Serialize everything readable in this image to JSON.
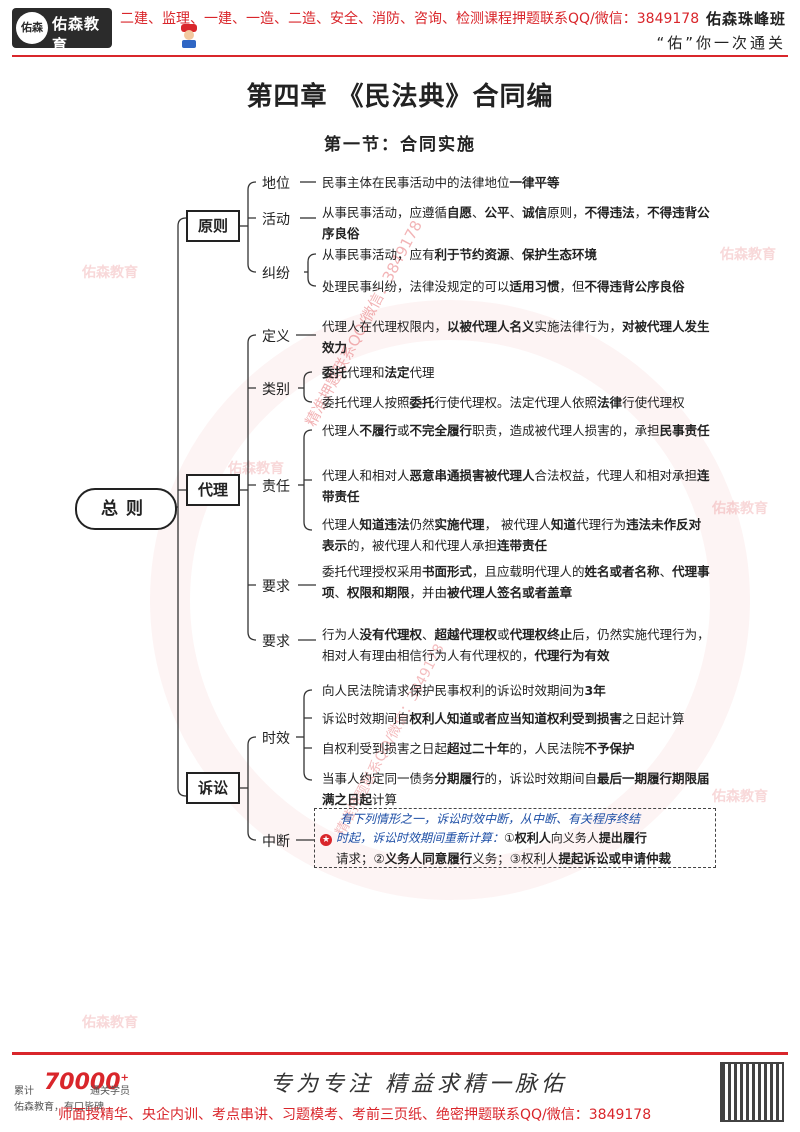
{
  "header": {
    "logo_name": "佑森教育",
    "logo_seal": "佑森",
    "ad_text": "二建、监理、一建、一造、二造、安全、消防、咨询、检测课程押题联系QQ/微信：3849178",
    "right_line1": "佑森珠峰班",
    "right_line2": "“佑”你一次通关"
  },
  "chapter_title": "第四章 《民法典》合同编",
  "section_title": "第一节：合同实施",
  "root": {
    "label": "总则"
  },
  "categories": {
    "principle": {
      "label": "原则",
      "items": [
        {
          "label": "地位",
          "text_html": "民事主体在民事活动中的法律地位<b>一律平等</b>"
        },
        {
          "label": "活动",
          "text_html": "从事民事活动，应遵循<b>自愿</b>、<b>公平</b>、<b>诚信</b>原则，<b>不得违法</b>，<b>不得违背公序良俗</b>"
        },
        {
          "label": "纠纷",
          "text1_html": "从事民事活动，应有<b>利于节约资源</b>、<b>保护生态环境</b>",
          "text2_html": "处理民事纠纷，法律没规定的可以<b>适用习惯</b>，但<b>不得违背公序良俗</b>"
        }
      ]
    },
    "agency": {
      "label": "代理",
      "definition_label": "定义",
      "definition_html": "代理人在代理权限内，<b>以被代理人名义</b>实施法律行为，<b>对被代理人发生效力</b>",
      "type_label": "类别",
      "type1_html": "<b>委托</b>代理和<b>法定</b>代理",
      "type2_html": "委托代理人按照<b>委托</b>行使代理权。法定代理人依照<b>法律</b>行使代理权",
      "liability_label": "责任",
      "liability1_html": "代理人<b>不履行</b>或<b>不完全履行</b>职责，造成被代理人损害的，承担<b>民事责任</b>",
      "liability2_html": "代理人和相对人<b>恶意串通损害被代理人</b>合法权益，代理人和相对承担<b>连带责任</b>",
      "liability3_html": "代理人<b>知道违法</b>仍然<b>实施代理</b>， 被代理人<b>知道</b>代理行为<b>违法未作反对表示</b>的，被代理人和代理人承担<b>连带责任</b>",
      "req1_label": "要求",
      "req1_html": "委托代理授权采用<b>书面形式</b>，且应载明代理人的<b>姓名或者名称</b>、<b>代理事项</b>、<b>权限和期限</b>，并由<b>被代理人签名或者盖章</b>",
      "req2_label": "要求",
      "req2_html": "行为人<b>没有代理权</b>、<b>超越代理权</b>或<b>代理权终止</b>后，仍然实施代理行为，相对人有理由相信行为人有代理权的，<b>代理行为有效</b>"
    },
    "litigation": {
      "label": "诉讼",
      "limitation_label": "时效",
      "lim1_html": "向人民法院请求保护民事权利的诉讼时效期间为<b>3年</b>",
      "lim2_html": "诉讼时效期间自<b>权利人知道或者应当知道权利受到损害</b>之日起计算",
      "lim3_html": "自权利受到损害之日起<b>超过二十年</b>的，人民法院<b>不予保护</b>",
      "lim4_html": "当事人约定同一债务<b>分期履行</b>的，诉讼时效期间自<b>最后一期履行期限届满之日起</b>计算",
      "interrupt_label": "中断",
      "note_line1": "有下列情形之一，诉讼时效中断，从中断、有关程序终结",
      "note_line2_blue": "时起，诉讼时效期间重新计算：",
      "note_line2_html": "①<b>权利人</b>向义务人<b>提出履行</b>",
      "note_line3_html": "请求；②<b>义务人同意履行</b>义务；③权利人<b>提起诉讼或申请仲裁</b>"
    }
  },
  "watermark": {
    "brand": "佑森教育",
    "diagonal": "精准押题联系QQ/微信：3849178"
  },
  "footer": {
    "count_label": "累计",
    "count": "70000",
    "count_sup": "+",
    "count_suffix": "通关学员",
    "brand": "佑森教育，有口皆碑",
    "calligraphy": "专为专注 精益求精一脉佑",
    "ad_text": "师面授精华、央企内训、考点串讲、习题模考、考前三页纸、绝密押题联系QQ/微信：3849178"
  },
  "colors": {
    "accent": "#d9262b",
    "note_blue": "#1e4fa6"
  }
}
